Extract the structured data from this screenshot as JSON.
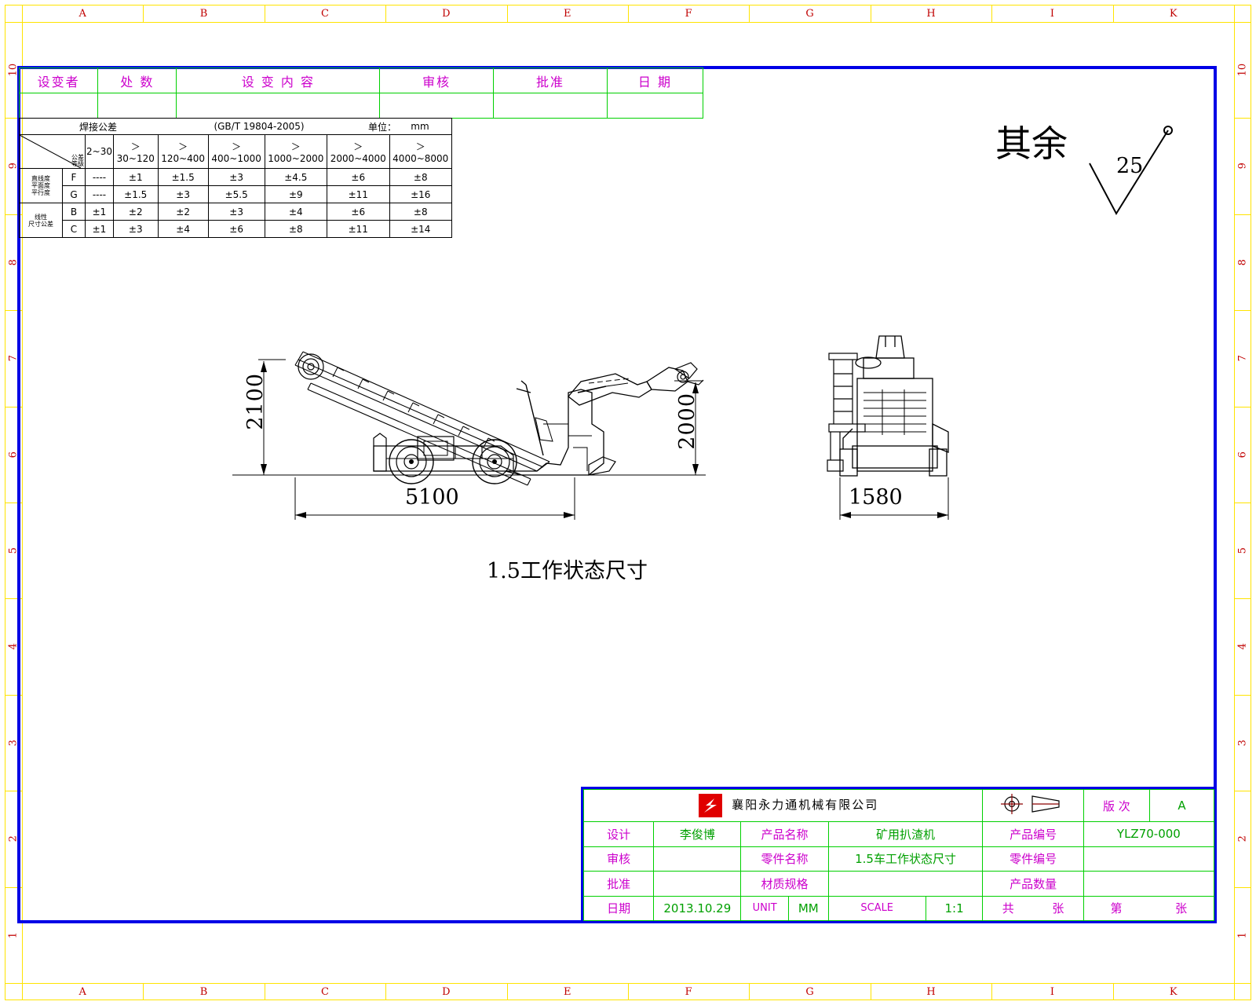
{
  "frame": {
    "columns": [
      "A",
      "B",
      "C",
      "D",
      "E",
      "F",
      "G",
      "H",
      "I",
      "K"
    ],
    "rows": [
      "10",
      "9",
      "8",
      "7",
      "6",
      "5",
      "4",
      "3",
      "2",
      "1"
    ]
  },
  "revision_table": {
    "headers": [
      "设变者",
      "处 数",
      "设 变 内 容",
      "审核",
      "批准",
      "日 期"
    ],
    "rows": [
      [
        "",
        "",
        "",
        "",
        "",
        ""
      ]
    ]
  },
  "tolerance_table": {
    "title": "焊接公差",
    "standard": "(GB/T 19804-2005)",
    "unit_label": "单位：",
    "unit": "mm",
    "corner_top": "公差",
    "corner_bottom": "等级",
    "row_group_1": "直线度\n平面度\n平行度",
    "row_group_2": "线性\n尺寸公差",
    "columns": [
      "2~30",
      "＞30~120",
      "＞120~400",
      "＞400~1000",
      "＞1000~2000",
      "＞2000~4000",
      "＞4000~8000"
    ],
    "rows": [
      {
        "grade": "F",
        "values": [
          "----",
          "±1",
          "±1.5",
          "±3",
          "±4.5",
          "±6",
          "±8"
        ]
      },
      {
        "grade": "G",
        "values": [
          "----",
          "±1.5",
          "±3",
          "±5.5",
          "±9",
          "±11",
          "±16"
        ]
      },
      {
        "grade": "B",
        "values": [
          "±1",
          "±2",
          "±2",
          "±3",
          "±4",
          "±6",
          "±8"
        ]
      },
      {
        "grade": "C",
        "values": [
          "±1",
          "±3",
          "±4",
          "±6",
          "±8",
          "±11",
          "±14"
        ]
      }
    ]
  },
  "roughness_note": {
    "label": "其余",
    "value": "25"
  },
  "drawing": {
    "caption": "1.5工作状态尺寸",
    "dim_height_side": "2100",
    "dim_length_side": "5100",
    "dim_height_arm": "2000",
    "dim_width_front": "1580"
  },
  "title_block": {
    "company": "襄阳永力通机械有限公司",
    "logo_name": "company-logo",
    "version_label": "版 次",
    "version_value": "A",
    "rows": [
      {
        "label": "设计",
        "value": "李俊博",
        "label2": "产品名称",
        "value2": "矿用扒渣机",
        "label3": "产品编号",
        "value3": "YLZ70-000"
      },
      {
        "label": "审核",
        "value": "",
        "label2": "零件名称",
        "value2": "1.5车工作状态尺寸",
        "label3": "零件编号",
        "value3": ""
      },
      {
        "label": "批准",
        "value": "",
        "label2": "材质规格",
        "value2": "",
        "label3": "产品数量",
        "value3": ""
      }
    ],
    "footer": {
      "date_label": "日期",
      "date_value": "2013.10.29",
      "unit_label": "UNIT",
      "unit_value": "MM",
      "scale_label": "SCALE",
      "scale_value": "1:1",
      "total_label": "共",
      "total_unit": "张",
      "sheet_label": "第",
      "sheet_unit": "张"
    }
  },
  "colors": {
    "border_blue": "#0000e6",
    "grid_green": "#00d000",
    "label_magenta": "#cc00cc",
    "value_green": "#00a000",
    "ruler_yellow": "#ffe400",
    "ruler_red": "#c00000",
    "logo_red": "#e00000"
  }
}
